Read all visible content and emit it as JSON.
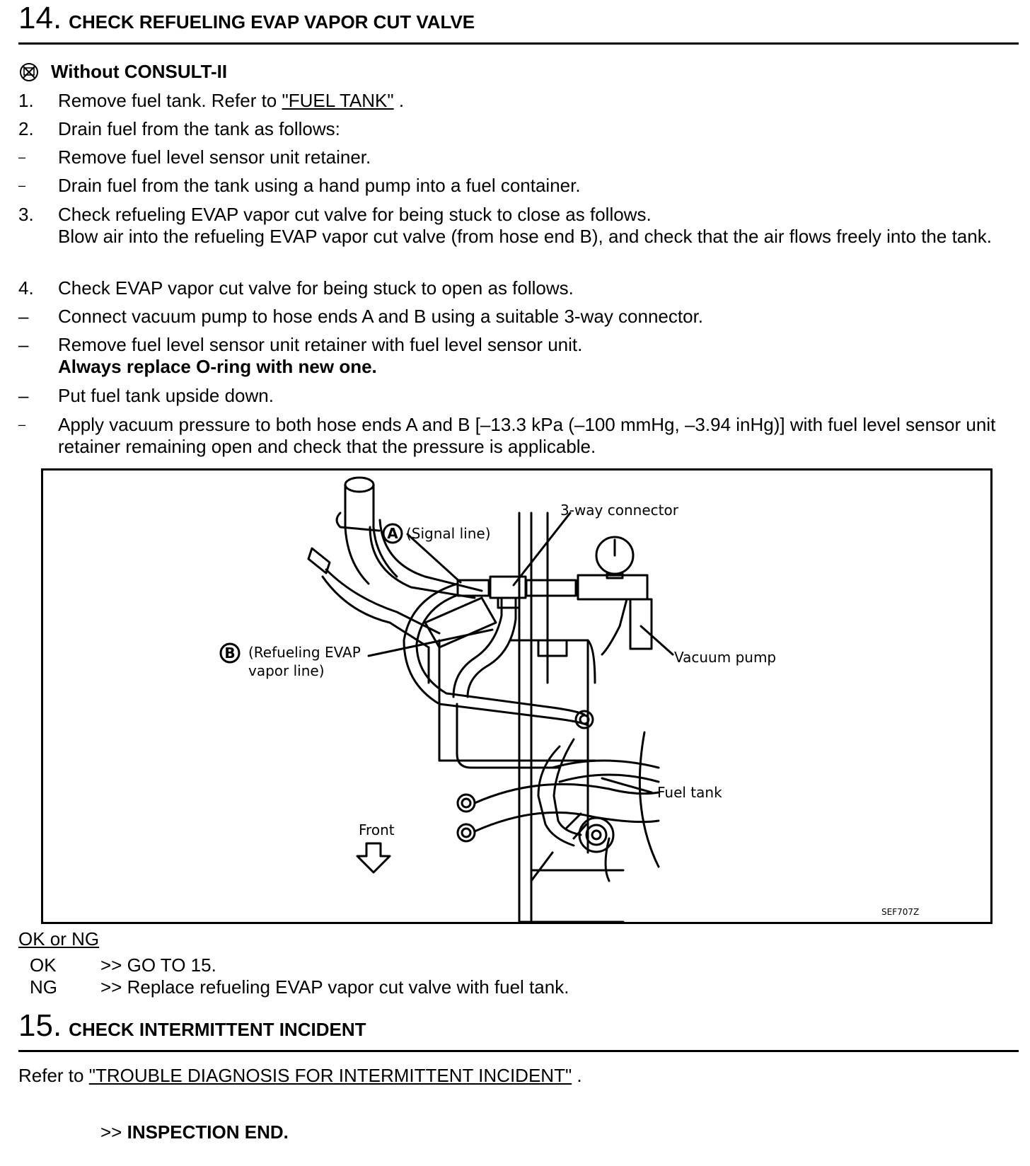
{
  "step14": {
    "number": "14.",
    "title": "CHECK REFUELING EVAP VAPOR CUT VALVE"
  },
  "mode_heading": "Without CONSULT-II",
  "items": [
    {
      "marker": "1.",
      "text_before": "Remove fuel tank. Refer to ",
      "link": "\"FUEL TANK\"",
      "text_after": " ."
    },
    {
      "marker": "2.",
      "text": "Drain fuel from the tank as follows:"
    },
    {
      "marker": "–",
      "text": "Remove fuel level sensor unit retainer."
    },
    {
      "marker": "–",
      "text": "Drain fuel from the tank using a hand pump into a fuel container."
    },
    {
      "marker": "3.",
      "text": "Check refueling EVAP vapor cut valve for being stuck to close as follows.",
      "text2": "Blow air into the refueling EVAP vapor cut valve (from hose end B), and check that the air flows freely into the tank."
    },
    {
      "marker": "4.",
      "text": "Check EVAP vapor cut valve for being stuck to open as follows."
    },
    {
      "marker": "–",
      "text": "Connect vacuum pump to hose ends A and B using a suitable 3-way connector."
    },
    {
      "marker": "–",
      "text": "Remove fuel level sensor unit retainer with fuel level sensor unit.",
      "bold": "Always replace O-ring with new one."
    },
    {
      "marker": "–",
      "text": "Put fuel tank upside down."
    },
    {
      "marker": "–",
      "text": "Apply vacuum pressure to both hose ends A and B [–13.3 kPa (–100 mmHg, –3.94 inHg)] with fuel level sensor unit retainer remaining open and check that the pressure is applicable."
    }
  ],
  "diagram": {
    "label_a_letter": "A",
    "label_a": "(Signal line)",
    "label_3way": "3-way connector",
    "label_b_letter": "B",
    "label_b_line1": "(Refueling EVAP",
    "label_b_line2": "vapor line)",
    "label_vacuum": "Vacuum pump",
    "label_fuel_tank": "Fuel tank",
    "label_front": "Front",
    "code": "SEF707Z"
  },
  "result": {
    "heading": "OK or NG",
    "ok_label": "OK",
    "ok_text": ">> GO TO 15.",
    "ng_label": "NG",
    "ng_text": ">> Replace refueling EVAP vapor cut valve with fuel tank."
  },
  "step15": {
    "number": "15.",
    "title": "CHECK INTERMITTENT INCIDENT"
  },
  "refer": {
    "before": "Refer to ",
    "link": "\"TROUBLE DIAGNOSIS FOR INTERMITTENT INCIDENT\"",
    "after": " ."
  },
  "end": {
    "prefix": ">> ",
    "text": "INSPECTION END."
  }
}
